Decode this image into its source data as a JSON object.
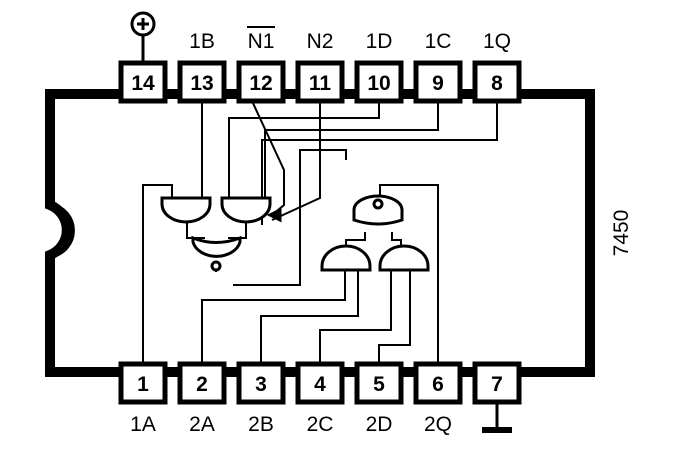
{
  "chip": {
    "part_number": "7450",
    "power_symbol": "+",
    "ground_symbol": "ground"
  },
  "pins_top": [
    {
      "number": "14",
      "label": ""
    },
    {
      "number": "13",
      "label": "1B"
    },
    {
      "number": "12",
      "label": "N1",
      "overline": true
    },
    {
      "number": "11",
      "label": "N2"
    },
    {
      "number": "10",
      "label": "1D"
    },
    {
      "number": "9",
      "label": "1C"
    },
    {
      "number": "8",
      "label": "1Q"
    }
  ],
  "pins_bottom": [
    {
      "number": "1",
      "label": "1A"
    },
    {
      "number": "2",
      "label": "2A"
    },
    {
      "number": "3",
      "label": "2B"
    },
    {
      "number": "4",
      "label": "2C"
    },
    {
      "number": "5",
      "label": "2D"
    },
    {
      "number": "6",
      "label": "2Q"
    },
    {
      "number": "7",
      "label": ""
    }
  ],
  "colors": {
    "ink": "#000000",
    "paper": "#ffffff"
  }
}
